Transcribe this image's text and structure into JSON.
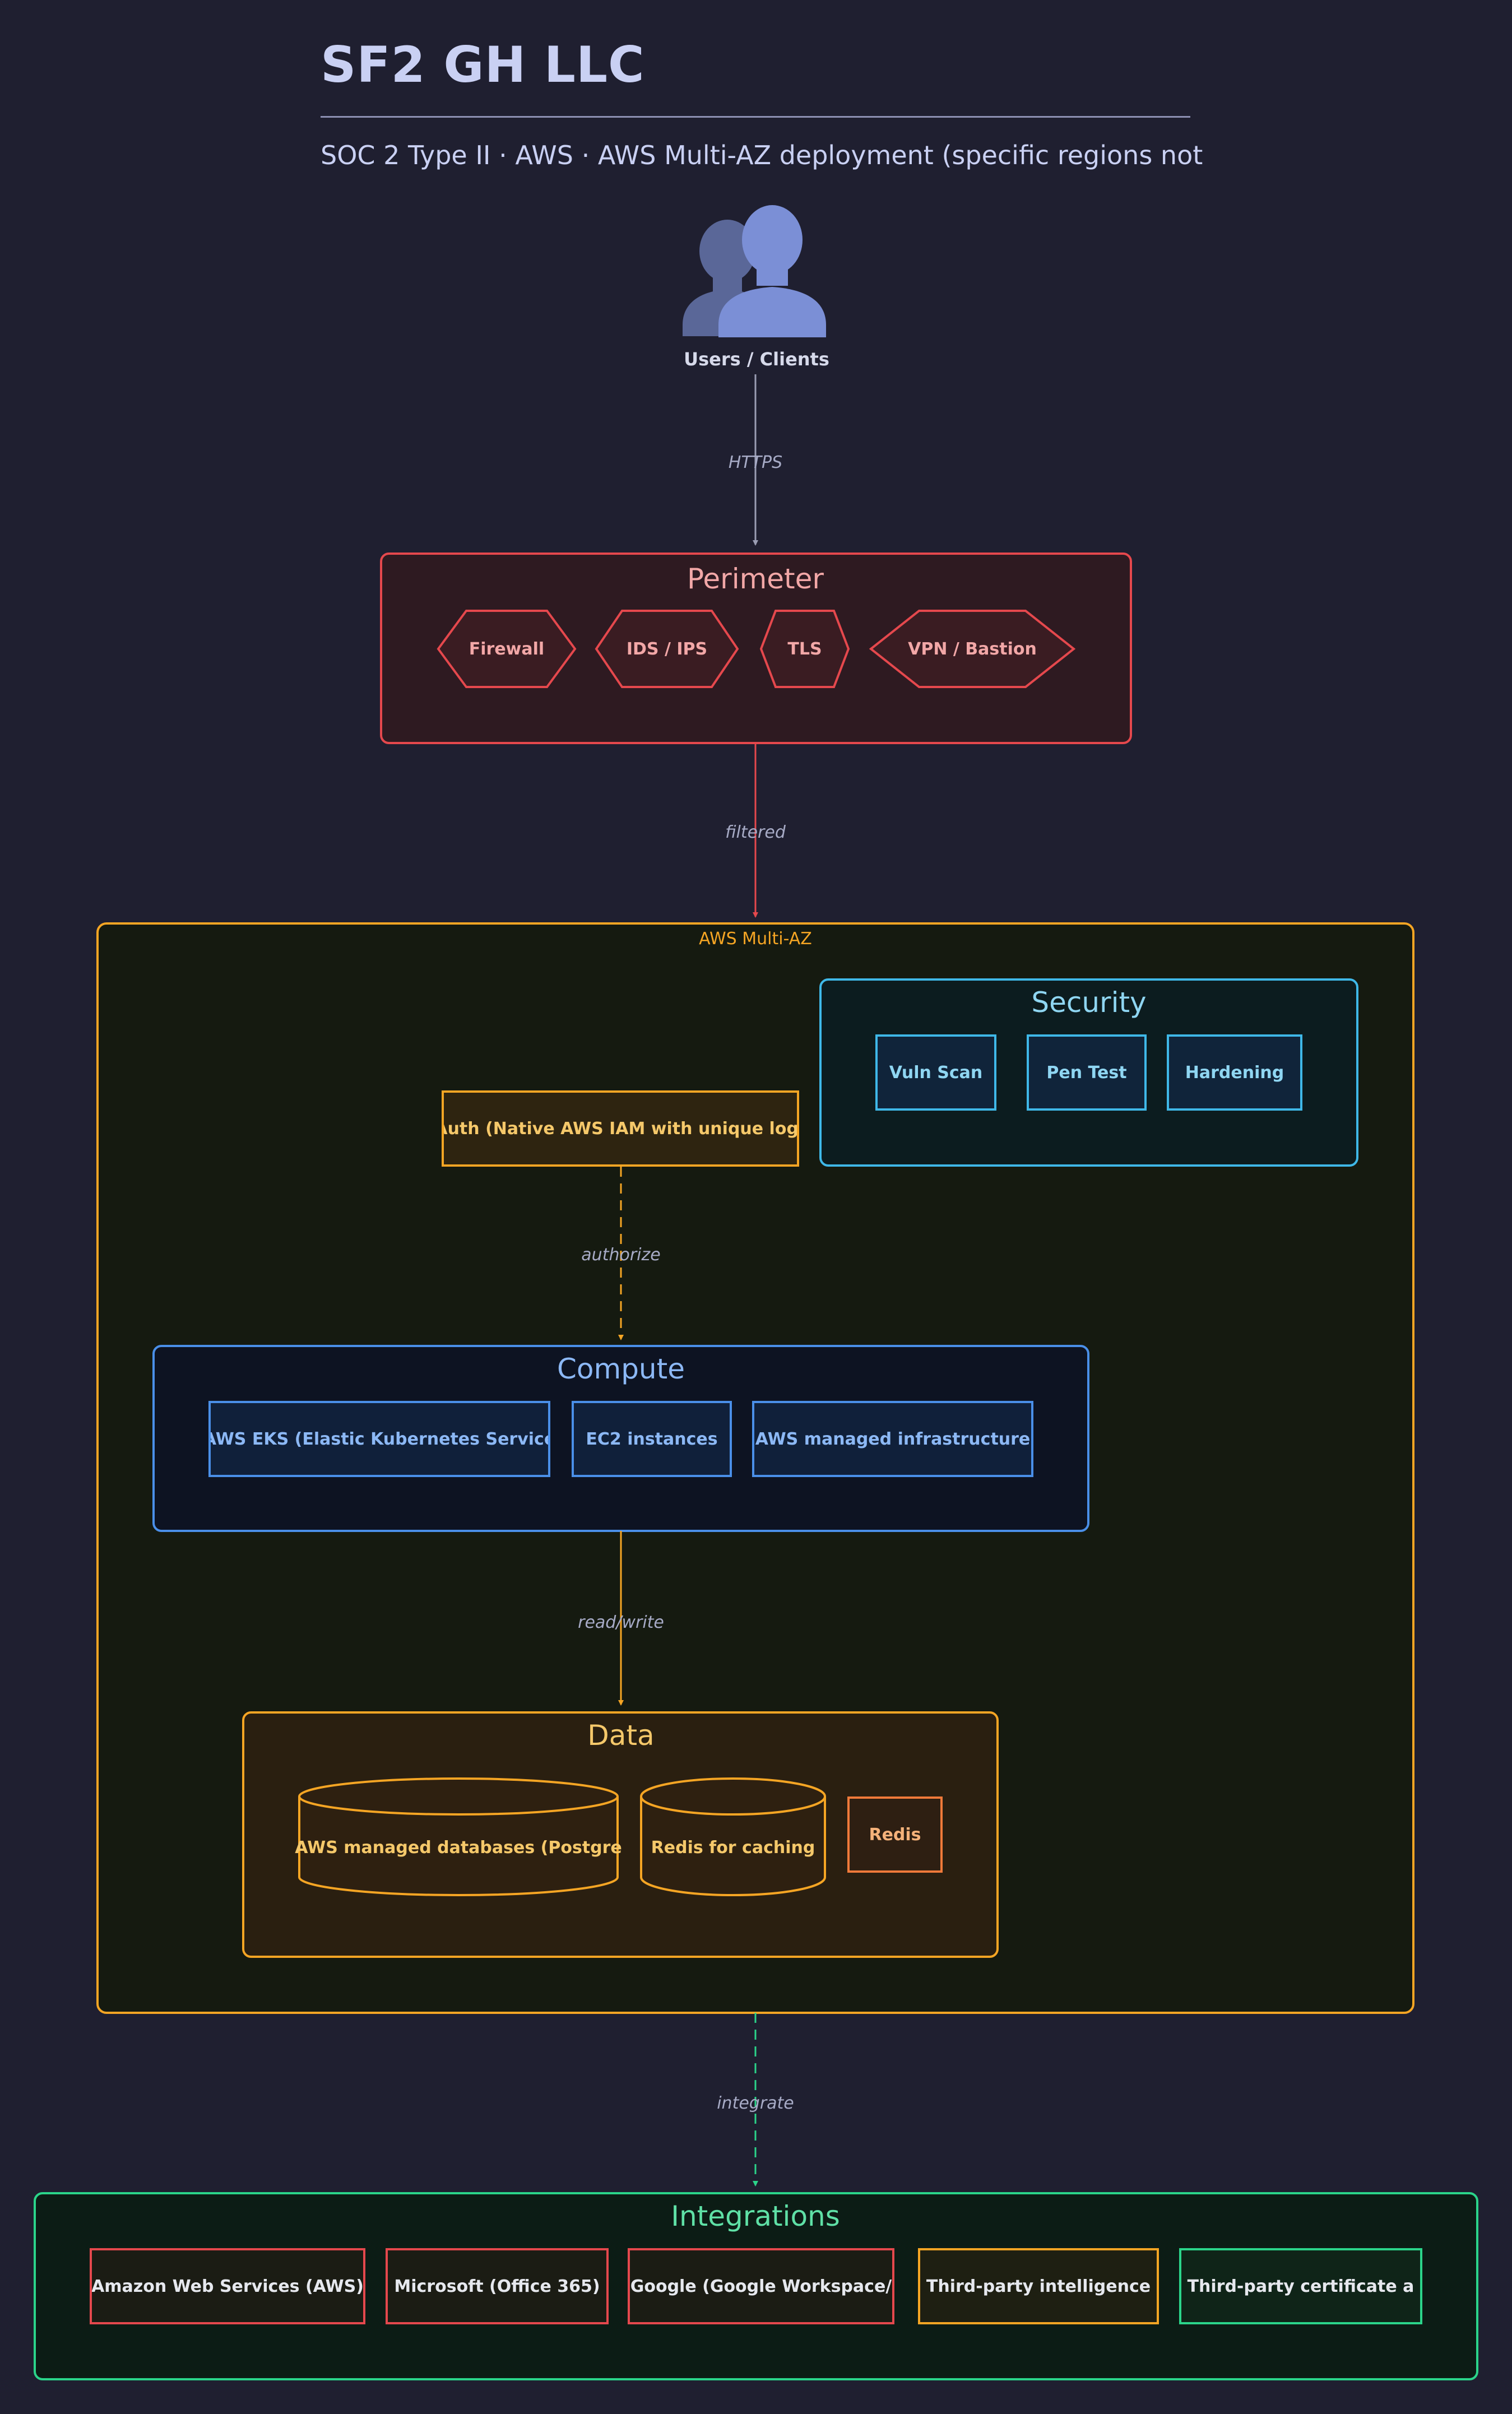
{
  "header": {
    "title": "SF2 GH LLC",
    "subtitle": "SOC 2 Type II · AWS · AWS Multi-AZ deployment (specific regions not"
  },
  "users": {
    "label": "Users / Clients",
    "icon": "users-icon"
  },
  "edges": {
    "https": "HTTPS",
    "filtered": "filtered",
    "authorize": "authorize",
    "read_write": "read/write",
    "integrate": "integrate"
  },
  "perimeter": {
    "title": "Perimeter",
    "items": [
      "Firewall",
      "IDS / IPS",
      "TLS",
      "VPN / Bastion"
    ]
  },
  "cloud": {
    "title": "AWS Multi-AZ"
  },
  "security": {
    "title": "Security",
    "items": [
      "Vuln Scan",
      "Pen Test",
      "Hardening"
    ]
  },
  "auth": {
    "label": "Auth (Native AWS IAM with unique log)"
  },
  "compute": {
    "title": "Compute",
    "items": [
      "AWS EKS (Elastic Kubernetes Service",
      "EC2 instances",
      "AWS managed infrastructure"
    ]
  },
  "data_group": {
    "title": "Data",
    "items": [
      "AWS managed databases (Postgre",
      "Redis for caching",
      "Redis"
    ]
  },
  "integrations": {
    "title": "Integrations",
    "items": [
      "Amazon Web Services (AWS)",
      "Microsoft (Office 365)",
      "Google (Google Workspace/",
      "Third-party intelligence",
      "Third-party certificate a"
    ]
  },
  "colors": {
    "background": "#1f1f30",
    "perimeter": "#e5484d",
    "cloud": "#f5a524",
    "security": "#3fb8e8",
    "compute": "#4a8fe8",
    "data": "#f5a524",
    "integrations": "#2bd48a",
    "edge": "#8c8fa8"
  }
}
